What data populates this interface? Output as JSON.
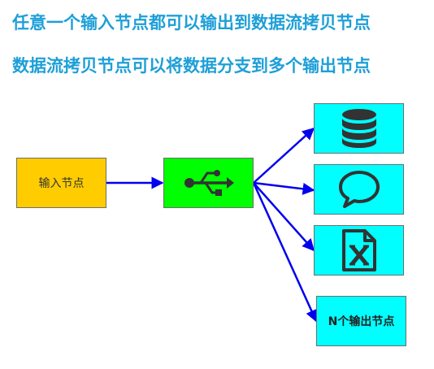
{
  "titles": {
    "line1": "任意一个输入节点都可以输出到数据流拷贝节点",
    "line2": "数据流拷贝节点可以将数据分支到多个输出节点"
  },
  "nodes": {
    "input_label": "输入节点",
    "hub_icon": "usb-icon",
    "output_icons": [
      "database-icon",
      "chat-bubble-icon",
      "excel-file-icon"
    ],
    "n_output_label": "N个输出节点"
  },
  "colors": {
    "title": "#1e9fd8",
    "input_fill": "#ffcc00",
    "hub_fill": "#00ff00",
    "output_fill": "#00ffff",
    "arrow": "#0000ee"
  }
}
